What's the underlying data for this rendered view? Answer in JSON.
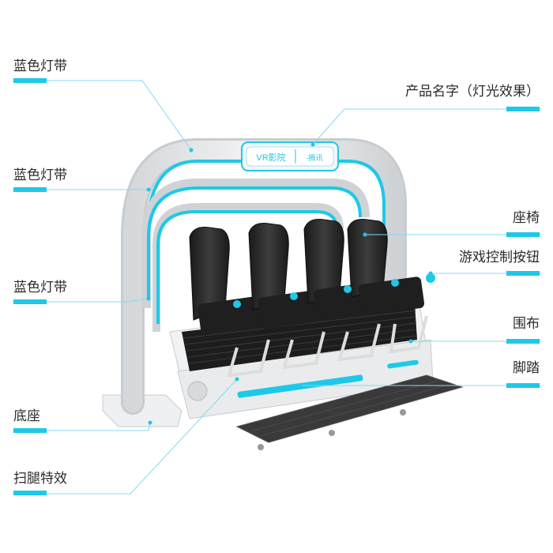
{
  "colors": {
    "accent": "#1ec8e8",
    "leader_line": "#7fdcf0",
    "frame": "#e8eaec",
    "seat": "#2a2a2a",
    "platform": "#f2f2f2"
  },
  "product_name_sign": {
    "left_text": "VR影院",
    "right_text": "-腾讯"
  },
  "callouts": {
    "left": [
      {
        "label": "蓝色灯带"
      },
      {
        "label": "蓝色灯带"
      },
      {
        "label": "蓝色灯带"
      },
      {
        "label": "底座"
      },
      {
        "label": "扫腿特效"
      }
    ],
    "right": [
      {
        "label": "产品名字（灯光效果）"
      },
      {
        "label": "座椅"
      },
      {
        "label": "游戏控制按钮"
      },
      {
        "label": "围布"
      },
      {
        "label": "脚踏"
      }
    ]
  }
}
